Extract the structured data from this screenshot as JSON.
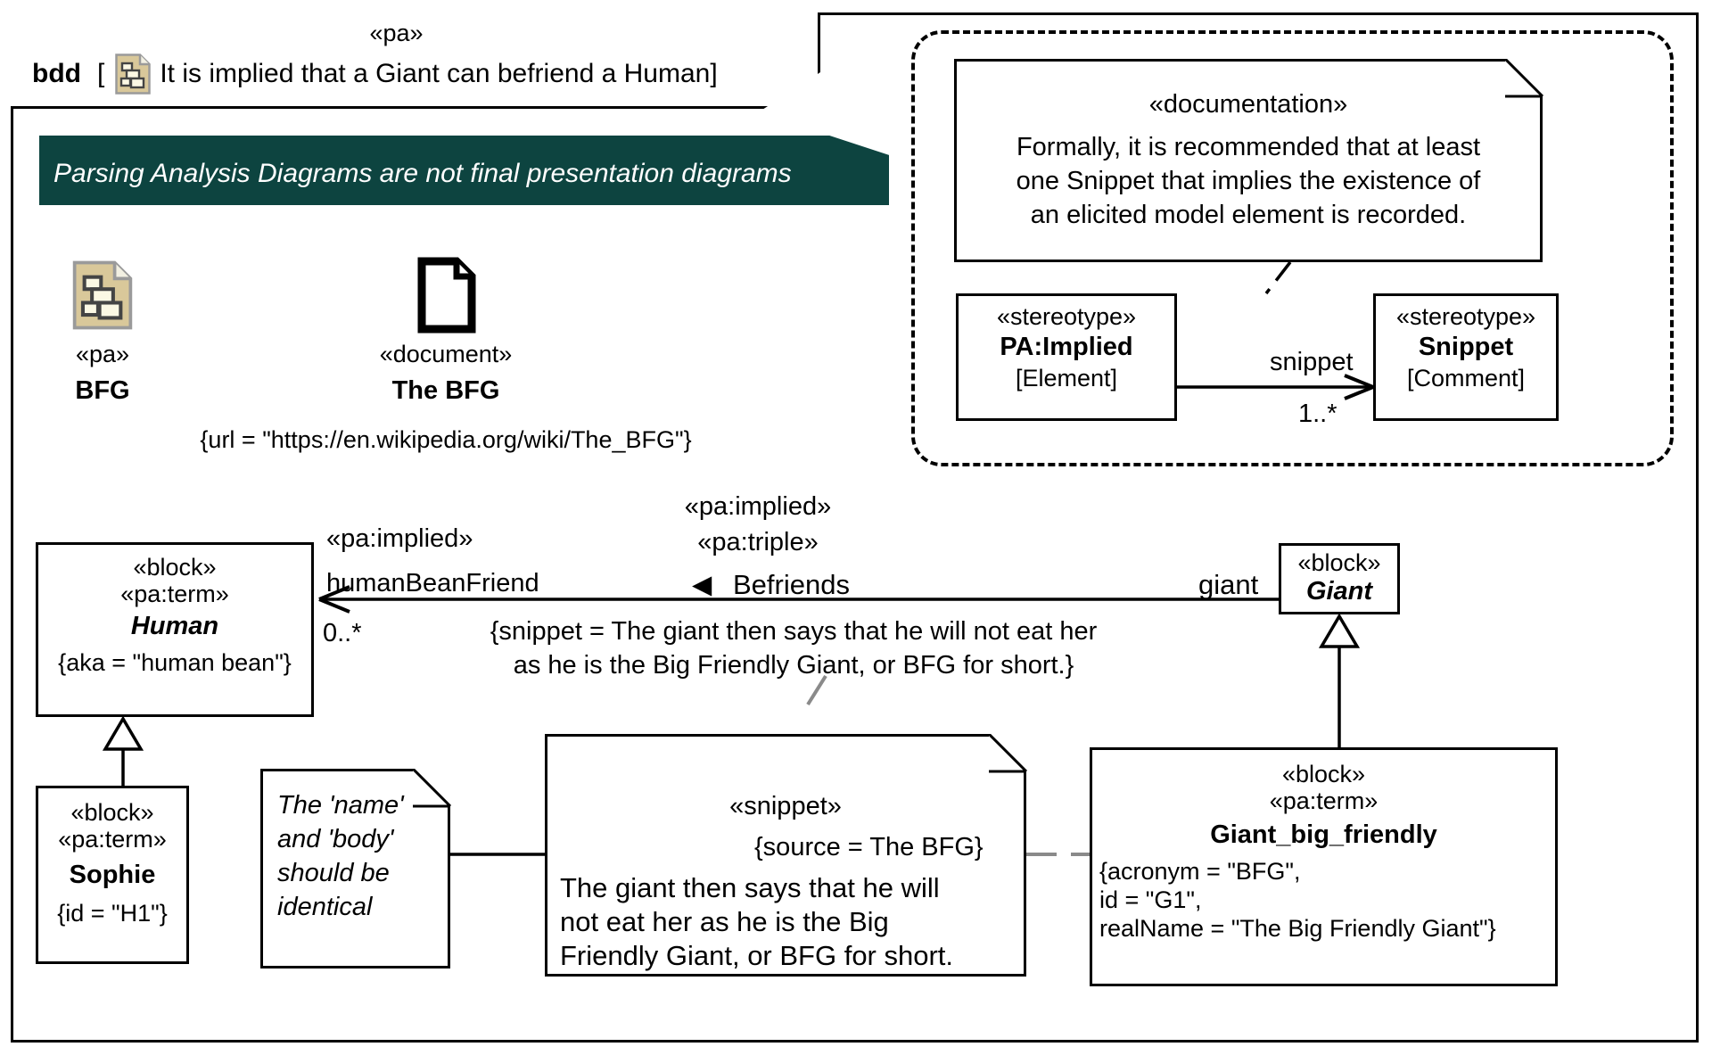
{
  "diagram": {
    "kind": "bdd",
    "header": {
      "stereotype": "«pa»",
      "keyword": "bdd",
      "bracket_open": "[",
      "icon": "package-icon",
      "title": "It is implied that a Giant can befriend a Human]"
    },
    "banner": {
      "text": "Parsing Analysis Diagrams are not final presentation diagrams",
      "bg_color": "#0d4440",
      "text_color": "#ffffff"
    }
  },
  "elements": {
    "pa_package": {
      "icon": "package-icon",
      "stereotype": "«pa»",
      "name": "BFG"
    },
    "document": {
      "icon": "document-icon",
      "stereotype": "«document»",
      "name": "The BFG",
      "property": "{url = \"https://en.wikipedia.org/wiki/The_BFG\"}"
    },
    "human_block": {
      "stereotype1": "«block»",
      "stereotype2": "«pa:term»",
      "name": "Human",
      "property": "{aka = \"human bean\"}"
    },
    "sophie_block": {
      "stereotype1": "«block»",
      "stereotype2": "«pa:term»",
      "name": "Sophie",
      "property": "{id = \"H1\"}"
    },
    "giant_block": {
      "stereotype1": "«block»",
      "name": "Giant"
    },
    "giant_big_friendly_block": {
      "stereotype1": "«block»",
      "stereotype2": "«pa:term»",
      "name": "Giant_big_friendly",
      "property_line1": "{acronym = \"BFG\",",
      "property_line2": "id = \"G1\",",
      "property_line3": "realName = \"The Big Friendly Giant\"}"
    },
    "snippet_note": {
      "stereotype": "«snippet»",
      "source": "{source = The BFG}",
      "body_line1": "The giant then says that he will",
      "body_line2": "not eat her as he is the Big",
      "body_line3": "Friendly Giant, or BFG for short."
    },
    "identical_note": {
      "line1": "The 'name'",
      "line2": "and 'body'",
      "line3": "should be",
      "line4": "identical"
    }
  },
  "association": {
    "left_stereotype": "«pa:implied»",
    "left_role": "humanBeanFriend",
    "left_multiplicity": "0..*",
    "mid_stereotype1": "«pa:implied»",
    "mid_stereotype2": "«pa:triple»",
    "mid_arrow": "◀",
    "mid_name": "Befriends",
    "right_role": "giant",
    "constraint_line1": "{snippet = The giant then says that he will not eat her",
    "constraint_line2": "as he is the Big Friendly Giant, or BFG for short.}"
  },
  "dashed_region": {
    "documentation_note": {
      "stereotype": "«documentation»",
      "line1": "Formally, it is recommended that at least",
      "line2": "one Snippet that implies the existence of",
      "line3": "an elicited model element is recorded."
    },
    "pa_implied_stereotype": {
      "stereotype": "«stereotype»",
      "name": "PA:Implied",
      "metaclass": "[Element]"
    },
    "snippet_stereotype": {
      "stereotype": "«stereotype»",
      "name": "Snippet",
      "metaclass": "[Comment]"
    },
    "relation": {
      "role": "snippet",
      "multiplicity": "1..*"
    }
  }
}
